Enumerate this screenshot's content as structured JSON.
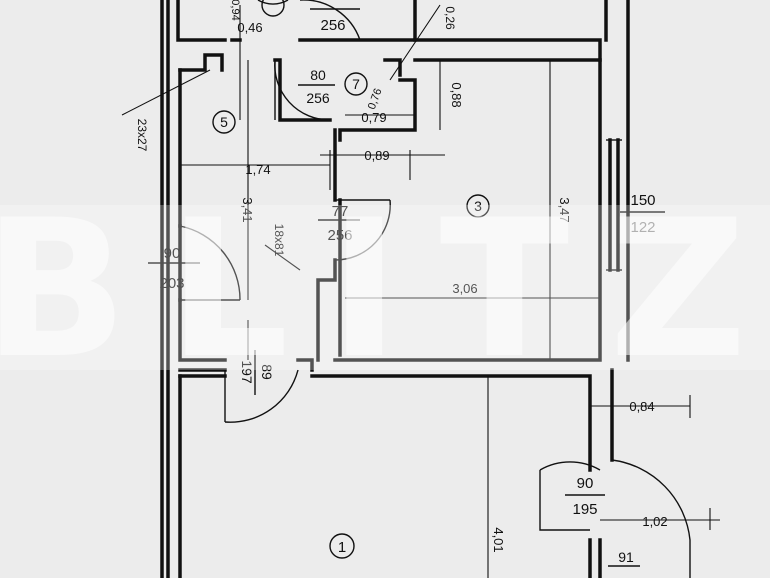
{
  "watermark": {
    "text": "BLITZ"
  },
  "rooms": [
    {
      "id": "1",
      "label": "1"
    },
    {
      "id": "3",
      "label": "3"
    },
    {
      "id": "5",
      "label": "5"
    },
    {
      "id": "7",
      "label": "7"
    }
  ],
  "dimensions": {
    "d_046": "0,46",
    "d_094": "0,94",
    "d_026": "0,26",
    "d_079": "0,79",
    "d_088": "0,88",
    "d_089": "0,89",
    "d_174": "1,74",
    "d_341": "3,41",
    "d_347": "3,47",
    "d_306": "3,06",
    "d_401": "4,01",
    "d_084": "0,84",
    "d_102": "1,02",
    "d_076": "0,76"
  },
  "openings": {
    "door_top_h": "256",
    "door_top_w": "",
    "door_bath_w": "80",
    "door_bath_h": "256",
    "door_77_w": "77",
    "door_77_h": "256",
    "entry_w": "90",
    "entry_h": "203",
    "door_89_w": "89",
    "door_89_h": "197",
    "win_w": "150",
    "win_h": "122",
    "door_bal_w": "90",
    "door_bal_h": "195",
    "bottom_91": "91"
  },
  "columns": {
    "col_23x27": "23x27",
    "col_18x81": "18x81"
  }
}
